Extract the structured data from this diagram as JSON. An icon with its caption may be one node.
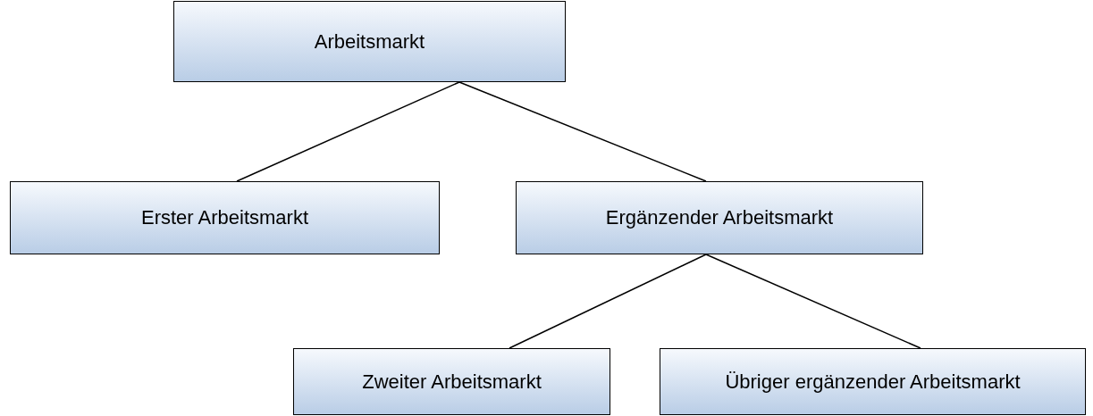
{
  "diagram": {
    "nodes": [
      {
        "text": [
          "Arbeitsmarkt"
        ]
      },
      {
        "text": [
          "Erster Arbeitsmarkt"
        ]
      },
      {
        "text": [
          "Ergänzender Arbeitsmarkt"
        ]
      },
      {
        "text": [
          "Zweiter Arbeitsmarkt"
        ]
      },
      {
        "text": [
          "Übriger ergänzender Arbeitsmarkt"
        ]
      }
    ],
    "edges": [
      {
        "from": 0,
        "to": 1,
        "arrow": "none"
      },
      {
        "from": 0,
        "to": 2,
        "arrow": "none"
      },
      {
        "from": 2,
        "to": 3,
        "arrow": "none"
      },
      {
        "from": 2,
        "to": 4,
        "arrow": "none"
      }
    ]
  }
}
